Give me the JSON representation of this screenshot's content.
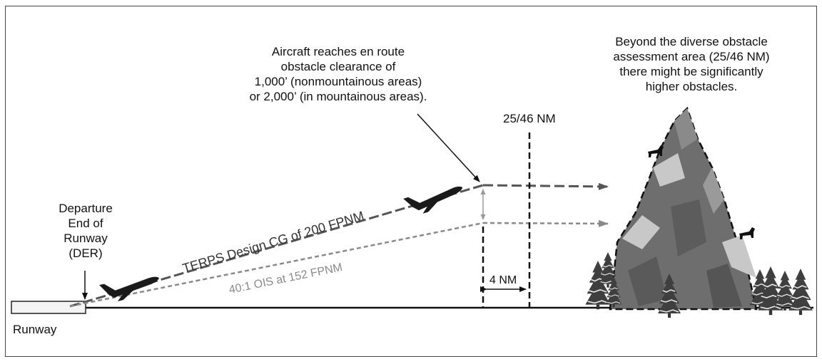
{
  "labels": {
    "clearance_note": [
      "Aircraft reaches en route",
      "obstacle clearance of",
      "1,000’ (nonmountainous areas)",
      "or 2,000’ (in mountainous areas)."
    ],
    "beyond_note": [
      "Beyond the diverse obstacle",
      "assessment area (25/46 NM)",
      "there might be significantly",
      "higher obstacles."
    ],
    "distance_marker": "25/46 NM",
    "der_label": [
      "Departure",
      "End of",
      "Runway",
      "(DER)"
    ],
    "terps_line": "TERPS Design CG of 200 FPNM",
    "ois_line": "40:1 OIS at 152 FPNM",
    "four_nm": "4 NM",
    "runway": "Runway"
  },
  "colors": {
    "ground_line": "#111111",
    "terps_dash": "#555555",
    "ois_dash": "#8a8a8a",
    "mountain_dark": "#6e6e6e",
    "mountain_light": "#c8c8c8",
    "tree": "#3f3f3f"
  },
  "icons": [
    "airplane-icon",
    "mountain-icon",
    "goat-icon",
    "pine-tree-icon"
  ]
}
